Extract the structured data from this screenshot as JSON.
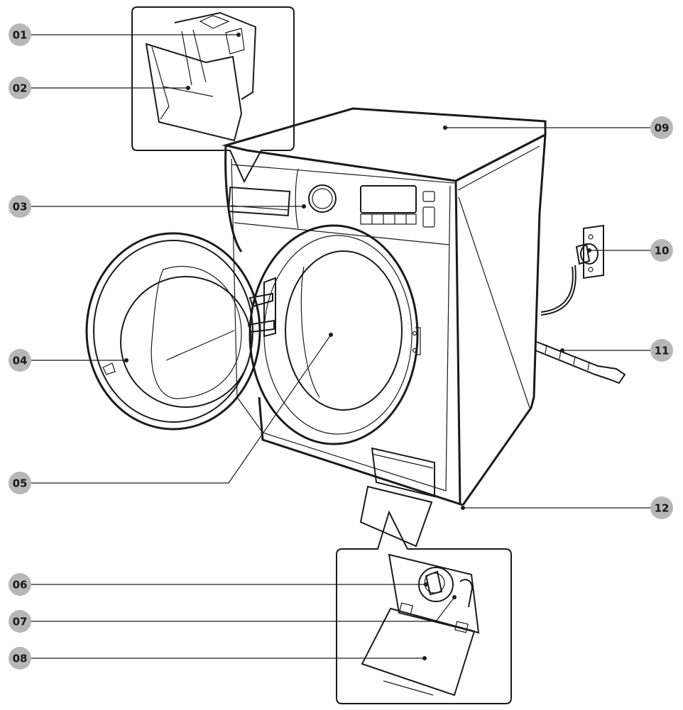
{
  "colors": {
    "badge_fill": "#b7b7b7",
    "badge_text": "#1a1a1a",
    "line": "#1a1a1a",
    "background": "#ffffff"
  },
  "callouts": [
    {
      "id": "part-01",
      "label": "01"
    },
    {
      "id": "part-02",
      "label": "02"
    },
    {
      "id": "part-03",
      "label": "03"
    },
    {
      "id": "part-04",
      "label": "04"
    },
    {
      "id": "part-05",
      "label": "05"
    },
    {
      "id": "part-06",
      "label": "06"
    },
    {
      "id": "part-07",
      "label": "07"
    },
    {
      "id": "part-08",
      "label": "08"
    },
    {
      "id": "part-09",
      "label": "09"
    },
    {
      "id": "part-10",
      "label": "10"
    },
    {
      "id": "part-11",
      "label": "11"
    },
    {
      "id": "part-12",
      "label": "12"
    }
  ]
}
